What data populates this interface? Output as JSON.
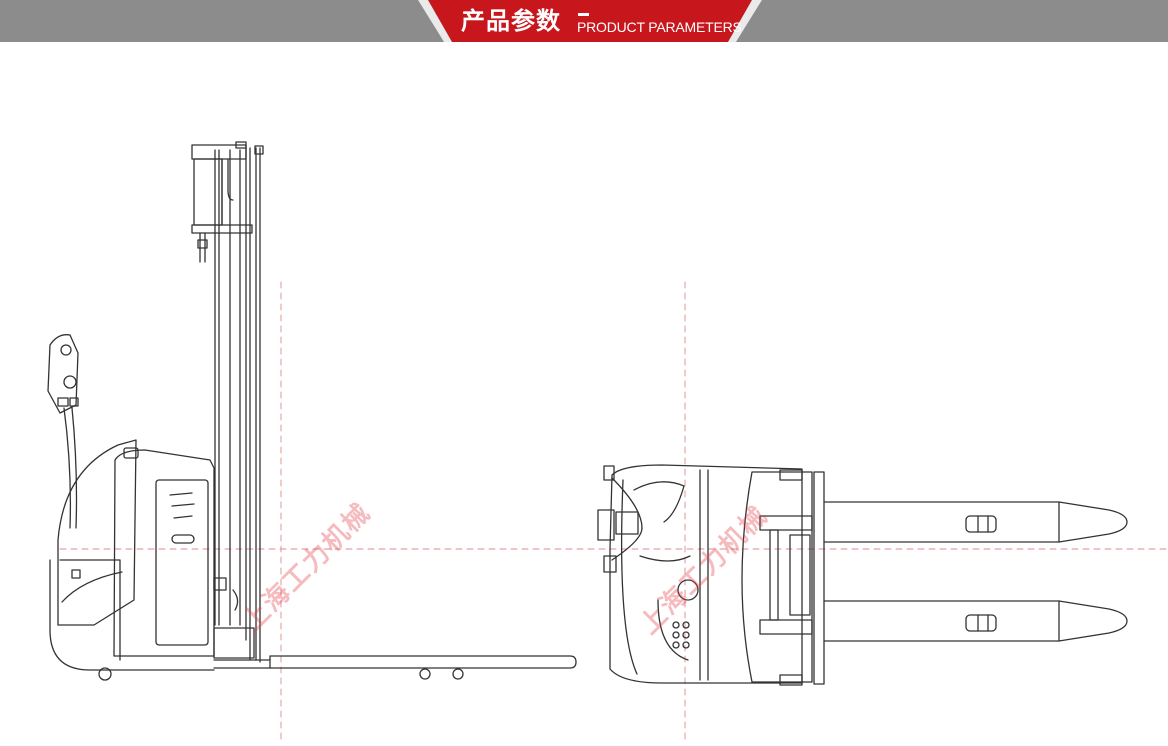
{
  "header": {
    "title_cn": "产品参数",
    "title_en": "PRODUCT PARAMETERS",
    "bar_color": "#8c8c8c",
    "badge_color": "#c8161d"
  },
  "watermark": {
    "text": "上海工力机械",
    "color": "#e23c46"
  },
  "diagram": {
    "subject": "electric-stacker-forklift",
    "views": [
      "side-view",
      "top-view"
    ]
  }
}
